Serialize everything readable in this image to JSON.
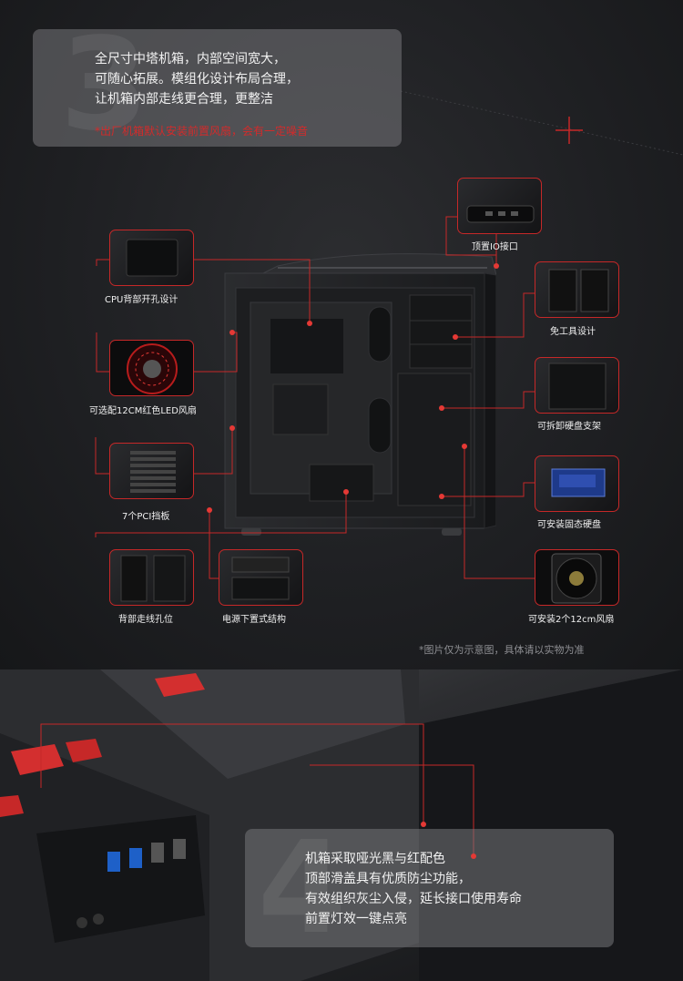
{
  "top_panel": {
    "number": "3",
    "lines": [
      "全尺寸中塔机箱，内部空间宽大，",
      "可随心拓展。模组化设计布局合理，",
      "让机箱内部走线更合理，更整洁"
    ],
    "note": "*出厂机箱默认安装前置风扇，会有一定噪音"
  },
  "features": {
    "io": "顶置IO接口",
    "cpu": "CPU背部开孔设计",
    "tool": "免工具设计",
    "led": "可选配12CM红色LED风扇",
    "hdd": "可拆卸硬盘支架",
    "pci": "7个PCI挡板",
    "ssd": "可安装固态硬盘",
    "cable": "背部走线孔位",
    "psu": "电源下置式结构",
    "fan": "可安装2个12cm风扇"
  },
  "disclaimer": "*图片仅为示意图，具体请以实物为准",
  "bottom_panel": {
    "number": "4",
    "lines": [
      "机箱采取哑光黑与红配色",
      "顶部滑盖具有优质防尘功能，",
      "有效组织灰尘入侵，延长接口使用寿命",
      "前置灯效一键点亮"
    ]
  },
  "colors": {
    "accent": "#c62828",
    "panel": "#76767a"
  }
}
